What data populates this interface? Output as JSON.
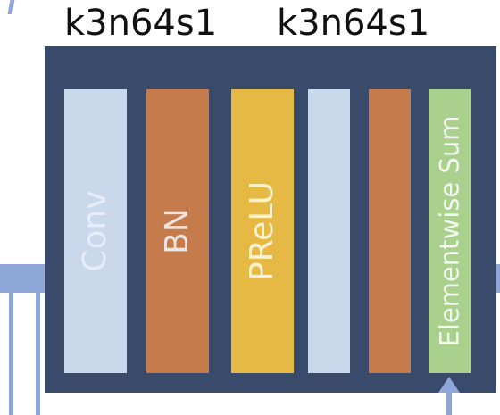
{
  "labels": {
    "left": "k3n64s1",
    "right": "k3n64s1"
  },
  "layers": [
    {
      "name": "conv",
      "text": "Conv",
      "color": "#cad8ec"
    },
    {
      "name": "bn",
      "text": "BN",
      "color": "#c67b4d"
    },
    {
      "name": "prelu",
      "text": "PReLU",
      "color": "#e5b944"
    },
    {
      "name": "conv-2",
      "text": "",
      "color": "#cad8ec"
    },
    {
      "name": "bn-2",
      "text": "",
      "color": "#c67b4d"
    },
    {
      "name": "elementwise-sum",
      "text": "Elementwise Sum",
      "color": "#a9d08d"
    }
  ],
  "colors": {
    "block_bg": "#3a4a6a",
    "connector": "#8ea6d8",
    "text_light": "#e6edf8"
  }
}
